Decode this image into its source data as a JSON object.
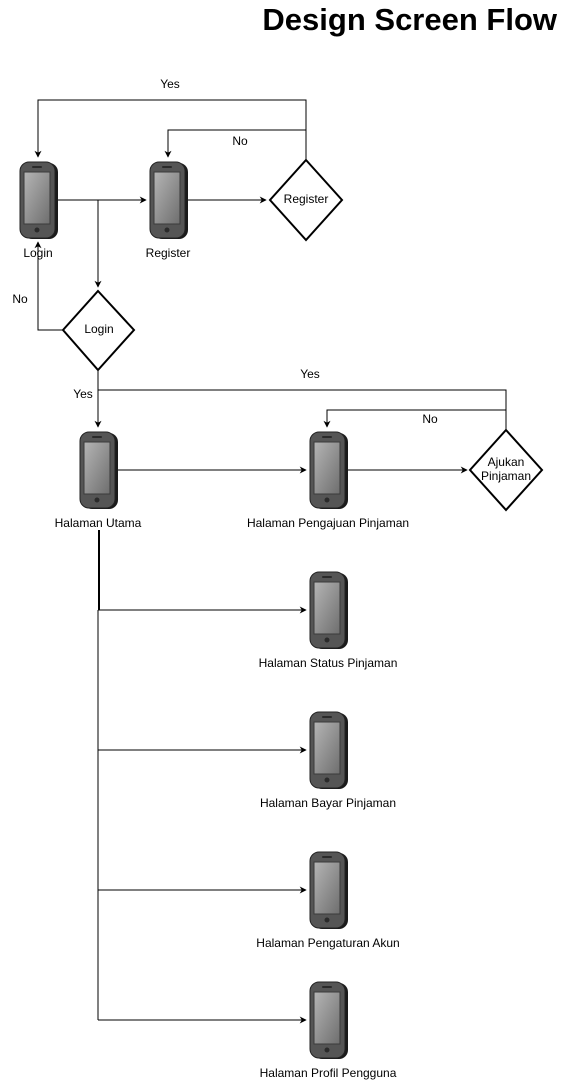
{
  "title": "Design Screen Flow",
  "screens": {
    "login": "Login",
    "register": "Register",
    "halaman_utama": "Halaman Utama",
    "pengajuan": "Halaman Pengajuan Pinjaman",
    "status": "Halaman Status Pinjaman",
    "bayar": "Halaman Bayar Pinjaman",
    "pengaturan": "Halaman Pengaturan Akun",
    "profil": "Halaman Profil Pengguna"
  },
  "decisions": {
    "register": "Register",
    "login": "Login",
    "ajukan_line1": "Ajukan",
    "ajukan_line2": "Pinjaman"
  },
  "edge_labels": {
    "register_yes": "Yes",
    "register_no": "No",
    "login_no": "No",
    "login_yes": "Yes",
    "ajukan_yes": "Yes",
    "ajukan_no": "No"
  },
  "icons": [
    "mobile-phone-icon"
  ]
}
